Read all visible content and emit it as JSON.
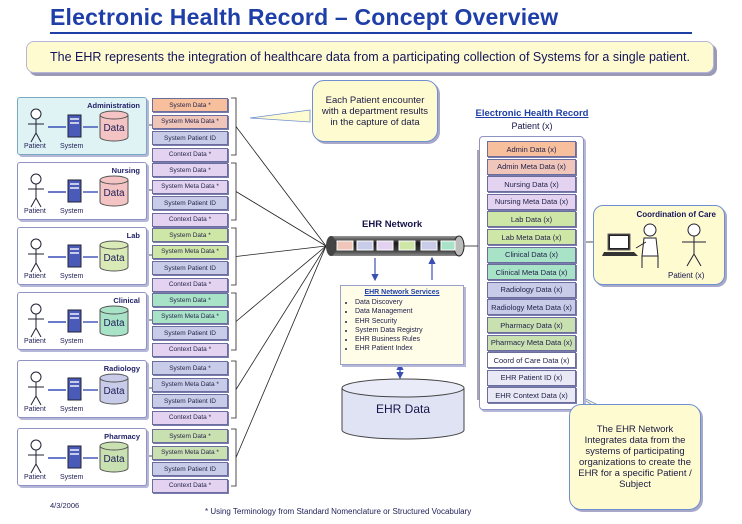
{
  "title": "Electronic Health Record – Concept Overview",
  "banner": "The EHR represents the integration of healthcare data from a participating collection of Systems for a single patient.",
  "colors": {
    "system_data": "#f7bf9c",
    "system_meta": "#f1c6ba",
    "patient_id": "#c9cce8",
    "context": "#e3d3f0",
    "lab_green": "#cfe7a6",
    "clinical_green": "#a8e3c8"
  },
  "systems": [
    {
      "name": "Administration",
      "patient": "Patient",
      "system": "System",
      "db": "Data",
      "fields": [
        "System Data *",
        "System Meta Data *",
        "System Patient ID",
        "Context Data *"
      ]
    },
    {
      "name": "Nursing",
      "patient": "Patient",
      "system": "System",
      "db": "Data",
      "fields": [
        "System Data *",
        "System Meta Data *",
        "System Patient ID",
        "Context Data *"
      ]
    },
    {
      "name": "Lab",
      "patient": "Patient",
      "system": "System",
      "db": "Data",
      "fields": [
        "System Data *",
        "System Meta Data *",
        "System Patient ID",
        "Context Data *"
      ]
    },
    {
      "name": "Clinical",
      "patient": "Patient",
      "system": "System",
      "db": "Data",
      "fields": [
        "System Data *",
        "System Meta Data *",
        "System Patient ID",
        "Context Data *"
      ]
    },
    {
      "name": "Radiology",
      "patient": "Patient",
      "system": "System",
      "db": "Data",
      "fields": [
        "System Data *",
        "System Meta Data *",
        "System Patient ID",
        "Context Data *"
      ]
    },
    {
      "name": "Pharmacy",
      "patient": "Patient",
      "system": "System",
      "db": "Data",
      "fields": [
        "System Data *",
        "System Meta Data *",
        "System Patient ID",
        "Context Data *"
      ]
    }
  ],
  "encounter_bubble": "Each Patient encounter with a department results in the capture of data",
  "network_label": "EHR Network",
  "services": {
    "heading": "EHR Network Services",
    "items": [
      "Data Discovery",
      "Data Management",
      "EHR Security",
      "System Data Registry",
      "EHR Business Rules",
      "EHR Patient Index"
    ]
  },
  "ehr_data_label": "EHR Data",
  "ehr_record": {
    "title": "Electronic Health Record",
    "subtitle": "Patient (x)",
    "fields": [
      "Admin Data (x)",
      "Admin Meta Data (x)",
      "Nursing Data (x)",
      "Nursing Meta Data (x)",
      "Lab Data (x)",
      "Lab Meta Data (x)",
      "Clinical Data (x)",
      "Clinical Meta Data (x)",
      "Radiology Data (x)",
      "Radiology Meta Data (x)",
      "Pharmacy Data (x)",
      "Pharmacy Meta Data (x)",
      "Coord of Care Data (x)",
      "EHR Patient ID (x)",
      "EHR Context Data (x)"
    ]
  },
  "coordination": {
    "title": "Coordination of Care",
    "patient": "Patient (x)"
  },
  "network_bubble": "The EHR Network Integrates data from the systems of participating organizations to create the EHR for a specific Patient / Subject",
  "date": "4/3/2006",
  "footnote": "* Using Terminology from Standard Nomenclature or Structured Vocabulary"
}
